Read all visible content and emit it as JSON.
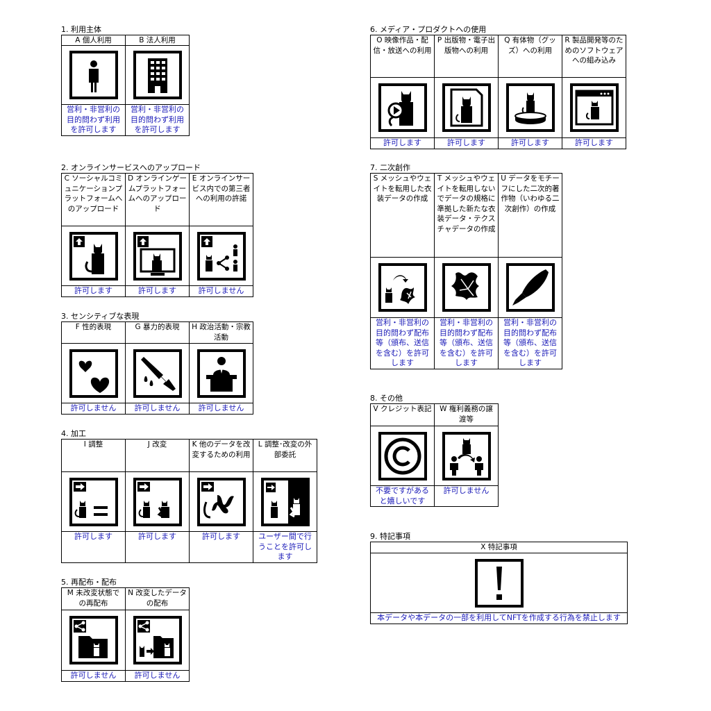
{
  "sections": [
    {
      "title": "1. 利用主体",
      "cells": [
        {
          "label": "A 個人利用",
          "icon": "person-icon",
          "permission": "営利・非営利の目的問わず利用を許可します"
        },
        {
          "label": "B 法人利用",
          "icon": "building-icon",
          "permission": "営利・非営利の目的問わず利用を許可します"
        }
      ]
    },
    {
      "title": "2. オンラインサービスへのアップロード",
      "cells": [
        {
          "label": "C ソーシャルコミュニケーションプラットフォームへのアップロード",
          "icon": "upload-sns-icon",
          "permission": "許可します"
        },
        {
          "label": "D オンラインゲームプラットフォームへのアップロード",
          "icon": "upload-game-icon",
          "permission": "許可します"
        },
        {
          "label": "E オンラインサービス内での第三者への利用の許諾",
          "icon": "third-party-share-icon",
          "permission": "許可しません"
        }
      ]
    },
    {
      "title": "3. センシティブな表現",
      "cells": [
        {
          "label": "F 性的表現",
          "icon": "hearts-icon",
          "permission": "許可しません"
        },
        {
          "label": "G 暴力的表現",
          "icon": "knife-icon",
          "permission": "許可しません"
        },
        {
          "label": "H 政治活動・宗教活動",
          "icon": "podium-icon",
          "permission": "許可しません"
        }
      ]
    },
    {
      "title": "4. 加工",
      "cells": [
        {
          "label": "I 調整",
          "icon": "adjust-icon",
          "permission": "許可します"
        },
        {
          "label": "J 改変",
          "icon": "modify-icon",
          "permission": "許可します"
        },
        {
          "label": "K 他のデータを改変するための利用",
          "icon": "use-for-modify-icon",
          "permission": "許可します"
        },
        {
          "label": "L 調整･改変の外部委託",
          "icon": "outsource-icon",
          "permission": "ユーザー間で行うことを許可します"
        }
      ]
    },
    {
      "title": "5. 再配布・配布",
      "cells": [
        {
          "label": "M 未改変状態での再配布",
          "icon": "redistribute-icon",
          "permission": "許可しません"
        },
        {
          "label": "N 改変したデータの配布",
          "icon": "distribute-modified-icon",
          "permission": "許可しません"
        }
      ]
    },
    {
      "title": "6. メディア・プロダクトへの使用",
      "cells": [
        {
          "label": "O 映像作品・配信・放送への利用",
          "icon": "video-icon",
          "permission": "許可します"
        },
        {
          "label": "P 出版物・電子出版物への利用",
          "icon": "publication-icon",
          "permission": "許可します"
        },
        {
          "label": "Q 有体物（グッズ）への利用",
          "icon": "goods-icon",
          "permission": "許可します"
        },
        {
          "label": "R 製品開発等のためのソフトウェアへの組み込み",
          "icon": "software-icon",
          "permission": "許可します"
        }
      ]
    },
    {
      "title": "7. 二次創作",
      "cells": [
        {
          "label": "S メッシュやウェイトを転用した衣装データの作成",
          "icon": "mesh-transfer-icon",
          "permission": "営利・非営利の目的問わず配布等（頒布、送信を含む）を許可します"
        },
        {
          "label": "T メッシュやウェイトを転用しないでデータの規格に準拠した新たな衣装データ・テクスチャデータの作成",
          "icon": "new-costume-icon",
          "permission": "営利・非営利の目的問わず配布等（頒布、送信を含む）を許可します"
        },
        {
          "label": "U データをモチーフにした二次的著作物（いわゆる二次創作）の作成",
          "icon": "pen-nib-icon",
          "permission": "営利・非営利の目的問わず配布等（頒布、送信を含む）を許可します"
        }
      ]
    },
    {
      "title": "8. その他",
      "cells": [
        {
          "label": "V クレジット表記",
          "icon": "copyright-icon",
          "permission": "不要ですがあると嬉しいです"
        },
        {
          "label": "W 権利義務の譲渡等",
          "icon": "transfer-rights-icon",
          "permission": "許可しません"
        }
      ]
    },
    {
      "title": "9. 特記事項",
      "cells": [
        {
          "label": "X 特記事項",
          "icon": "exclamation-icon",
          "permission": "本データや本データの一部を利用してNFTを作成する行為を禁止します"
        }
      ]
    }
  ],
  "colors": {
    "permission_text": "#1a1ab8",
    "lines": "#000000"
  }
}
